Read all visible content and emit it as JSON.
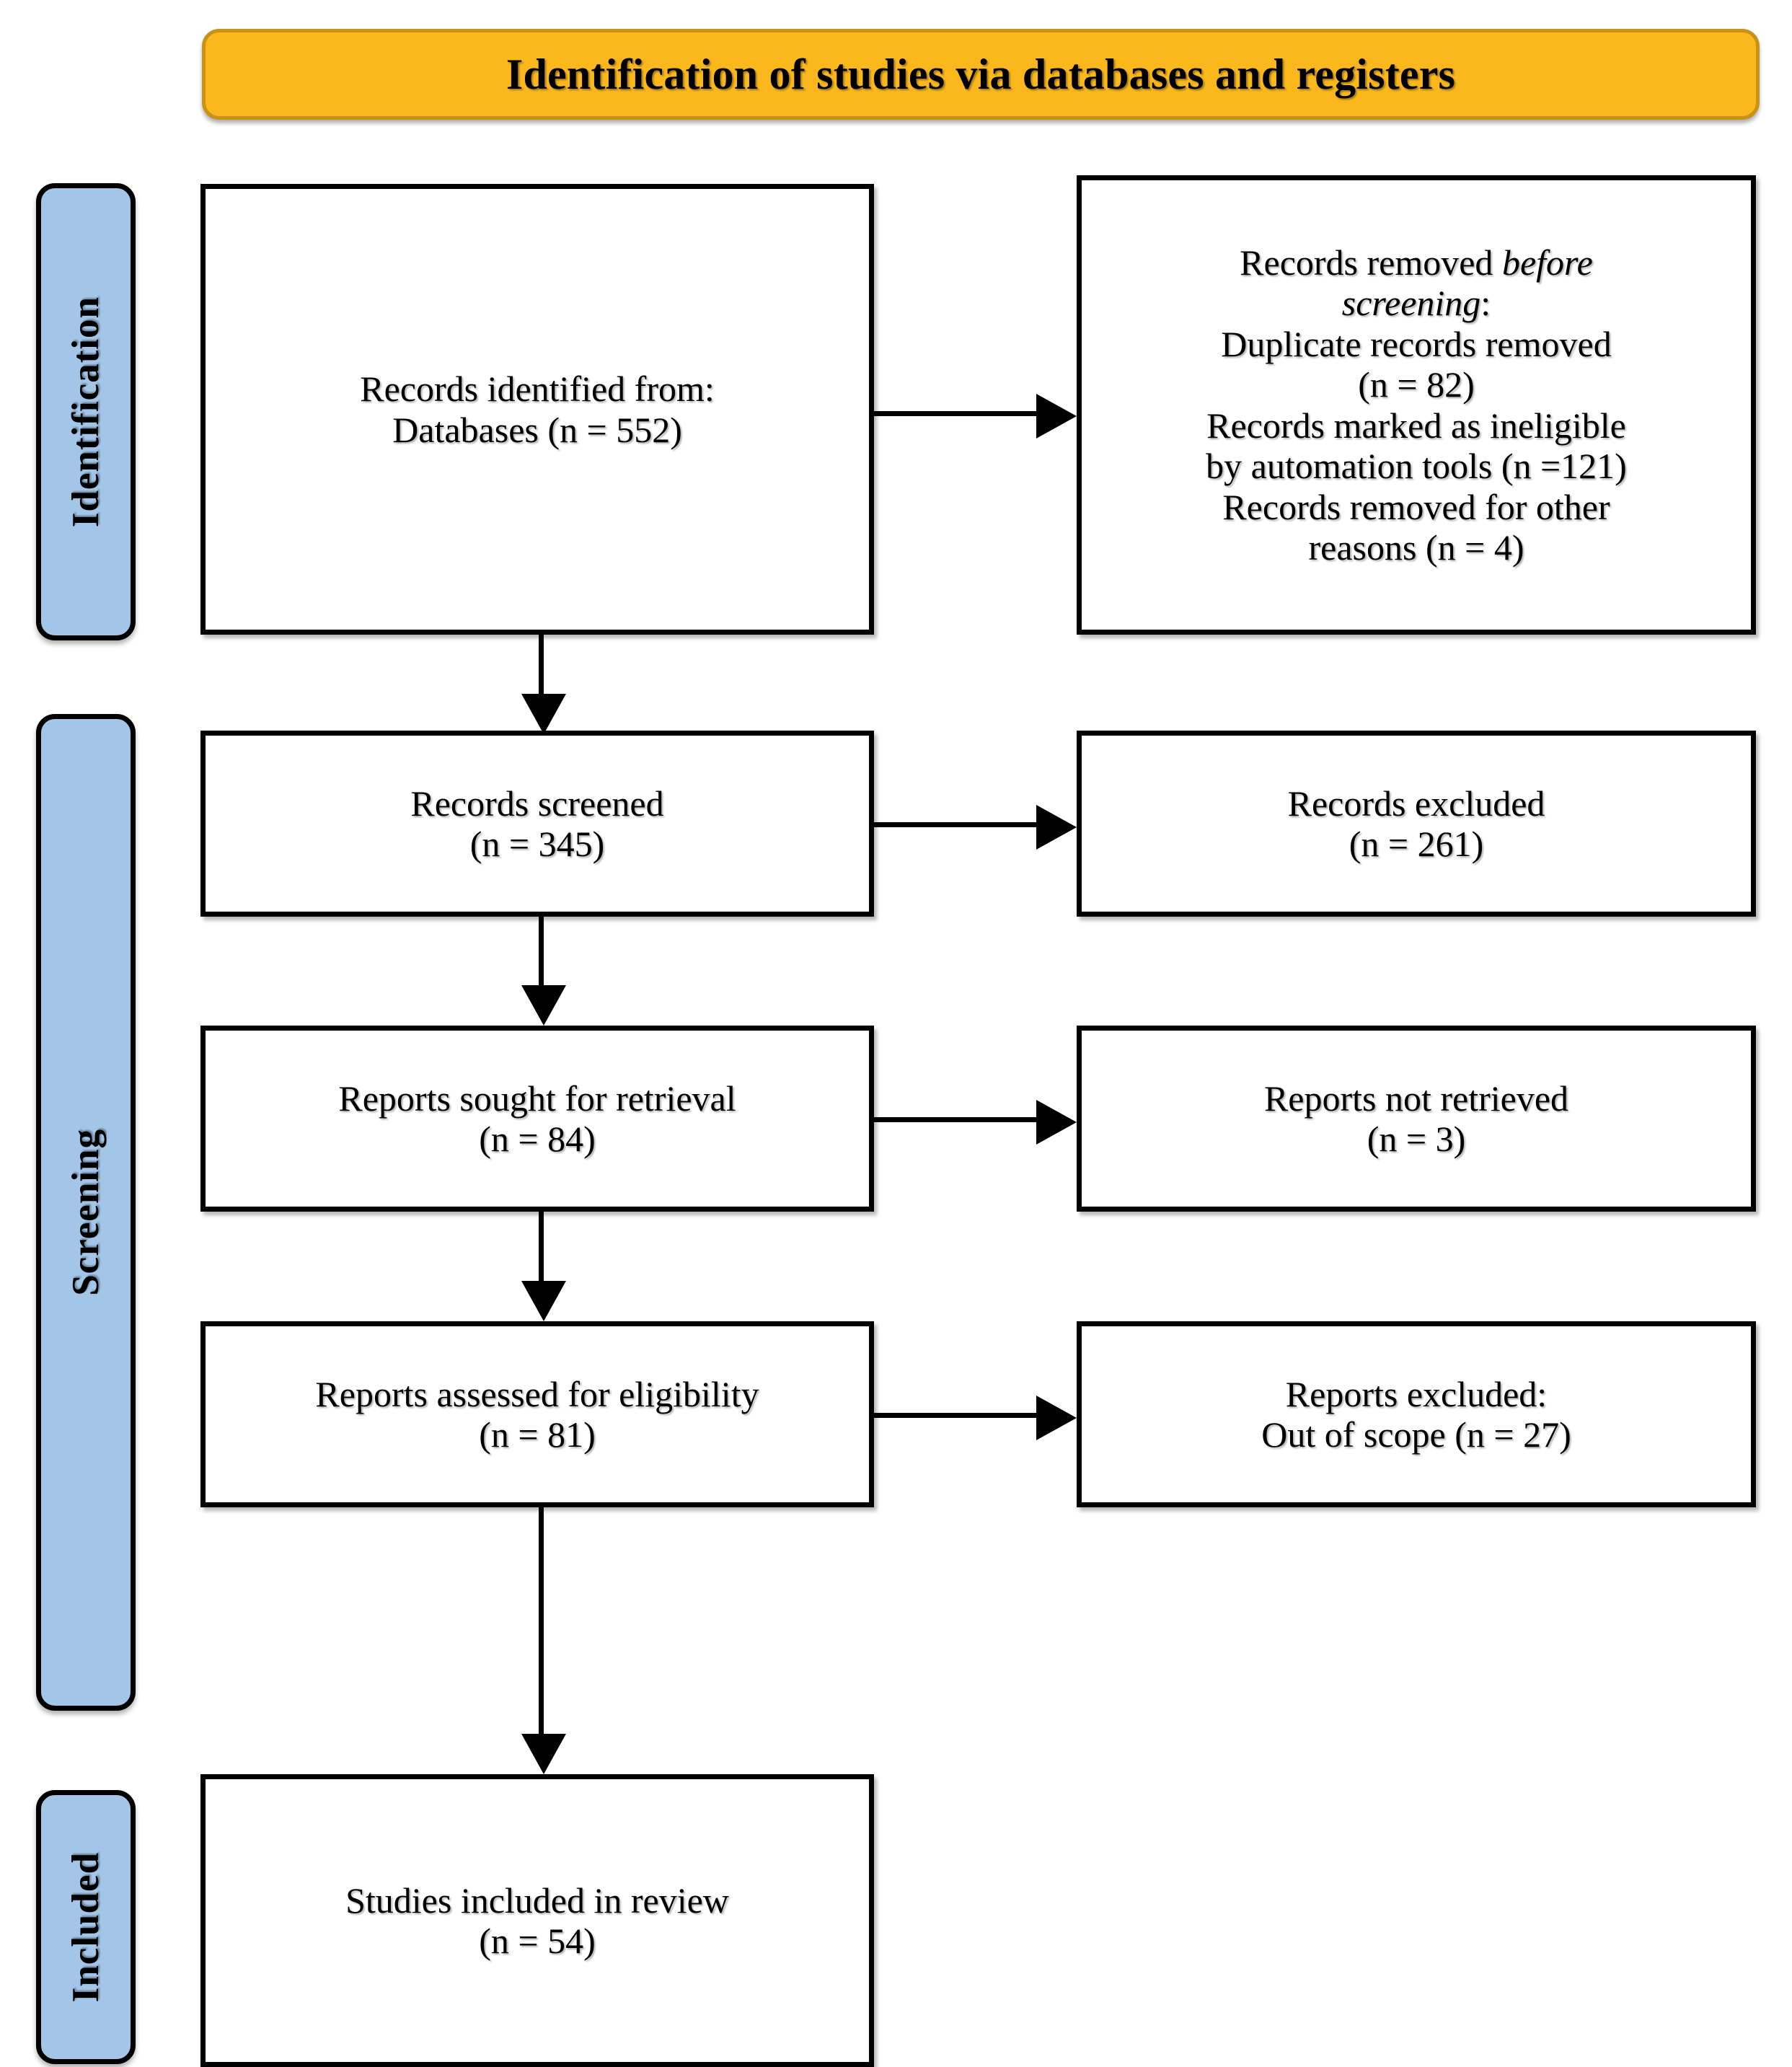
{
  "banner": {
    "title": "Identification of studies via databases and registers",
    "fill_color": "#FAB81D",
    "border_color": "#C8921A"
  },
  "stages": [
    {
      "id": "identification",
      "label": "Identification",
      "fill_color": "#A3C6E8"
    },
    {
      "id": "screening",
      "label": "Screening",
      "fill_color": "#A3C6E8"
    },
    {
      "id": "included",
      "label": "Included",
      "fill_color": "#A3C6E8"
    }
  ],
  "boxes": {
    "identified": {
      "line1": "Records identified from:",
      "line2": "Databases (n = 552)"
    },
    "removed_before": {
      "line1_prefix": "Records removed ",
      "line1_italic": "before",
      "line2_italic": "screening",
      "line2_suffix": ":",
      "line3": "Duplicate records removed",
      "line4": "(n = 82)",
      "line5": "Records marked as ineligible",
      "line6": "by automation tools (n =121)",
      "line7": "Records removed for other",
      "line8": "reasons (n = 4)"
    },
    "screened": {
      "line1": "Records screened",
      "line2": "(n = 345)"
    },
    "records_excluded": {
      "line1": "Records excluded",
      "line2": "(n = 261)"
    },
    "sought": {
      "line1": "Reports sought for retrieval",
      "line2": "(n = 84)"
    },
    "not_retrieved": {
      "line1": "Reports not retrieved",
      "line2": "(n = 3)"
    },
    "assessed": {
      "line1": "Reports assessed for eligibility",
      "line2": "(n = 81)"
    },
    "reports_excluded": {
      "line1": "Reports excluded:",
      "line2": "Out of scope (n = 27)"
    },
    "included": {
      "line1": "Studies included in review",
      "line2": "(n = 54)"
    }
  },
  "chart_data": {
    "type": "diagram",
    "title": "Identification of studies via databases and registers",
    "diagram_kind": "PRISMA flow diagram",
    "stages": [
      "Identification",
      "Screening",
      "Included"
    ],
    "nodes": [
      {
        "id": "identified",
        "stage": "Identification",
        "label": "Records identified from: Databases",
        "n": 552
      },
      {
        "id": "removed_before",
        "stage": "Identification",
        "label": "Records removed before screening",
        "n": null,
        "sub": [
          {
            "label": "Duplicate records removed",
            "n": 82
          },
          {
            "label": "Records marked as ineligible by automation tools",
            "n": 121
          },
          {
            "label": "Records removed for other reasons",
            "n": 4
          }
        ]
      },
      {
        "id": "screened",
        "stage": "Screening",
        "label": "Records screened",
        "n": 345
      },
      {
        "id": "records_excluded",
        "stage": "Screening",
        "label": "Records excluded",
        "n": 261
      },
      {
        "id": "sought",
        "stage": "Screening",
        "label": "Reports sought for retrieval",
        "n": 84
      },
      {
        "id": "not_retrieved",
        "stage": "Screening",
        "label": "Reports not retrieved",
        "n": 3
      },
      {
        "id": "assessed",
        "stage": "Screening",
        "label": "Reports assessed for eligibility",
        "n": 81
      },
      {
        "id": "reports_excluded",
        "stage": "Screening",
        "label": "Reports excluded: Out of scope",
        "n": 27
      },
      {
        "id": "included",
        "stage": "Included",
        "label": "Studies included in review",
        "n": 54
      }
    ],
    "edges": [
      {
        "from": "identified",
        "to": "removed_before",
        "direction": "right"
      },
      {
        "from": "identified",
        "to": "screened",
        "direction": "down"
      },
      {
        "from": "screened",
        "to": "records_excluded",
        "direction": "right"
      },
      {
        "from": "screened",
        "to": "sought",
        "direction": "down"
      },
      {
        "from": "sought",
        "to": "not_retrieved",
        "direction": "right"
      },
      {
        "from": "sought",
        "to": "assessed",
        "direction": "down"
      },
      {
        "from": "assessed",
        "to": "reports_excluded",
        "direction": "right"
      },
      {
        "from": "assessed",
        "to": "included",
        "direction": "down"
      }
    ]
  }
}
